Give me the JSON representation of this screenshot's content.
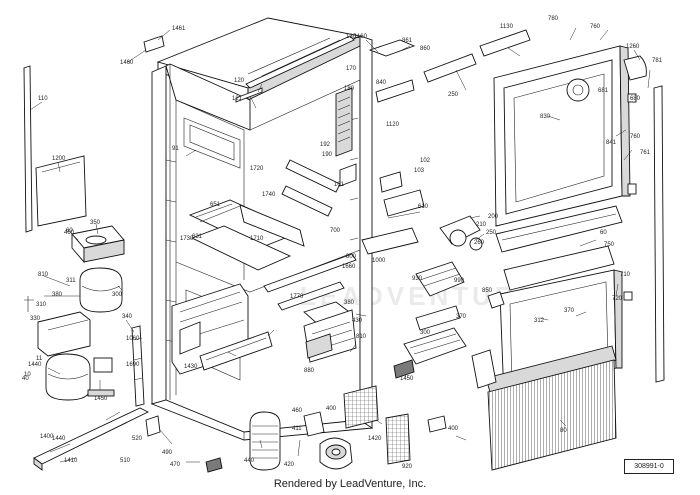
{
  "footer_text": "Rendered by LeadVenture, Inc.",
  "diagram_id": "308991-0",
  "watermark": "LEADVENTURE",
  "callouts": [
    "1461",
    "1460",
    "1160",
    "120",
    "130",
    "861",
    "860",
    "250",
    "1130",
    "780",
    "760",
    "1260",
    "781",
    "680",
    "110",
    "121",
    "170",
    "1440",
    "1000",
    "180",
    "840",
    "1120",
    "681",
    "761",
    "830",
    "760",
    "841",
    "1200",
    "192",
    "101",
    "91",
    "190",
    "1720",
    "1740",
    "102",
    "103",
    "651",
    "610",
    "60",
    "350",
    "631",
    "1730",
    "1710",
    "700",
    "200",
    "210",
    "250",
    "260",
    "1660",
    "930",
    "990",
    "810",
    "311",
    "310",
    "380",
    "300",
    "850",
    "1770",
    "380",
    "430",
    "810",
    "880",
    "370",
    "330",
    "340",
    "11",
    "1690",
    "10",
    "1060",
    "800",
    "720",
    "710",
    "750",
    "60",
    "370",
    "312",
    "300",
    "1440",
    "40",
    "1450",
    "1430",
    "1400",
    "1410",
    "80",
    "400",
    "460",
    "520",
    "510",
    "490",
    "470",
    "440",
    "420",
    "400",
    "460",
    "411",
    "920",
    "1420",
    "1450"
  ]
}
